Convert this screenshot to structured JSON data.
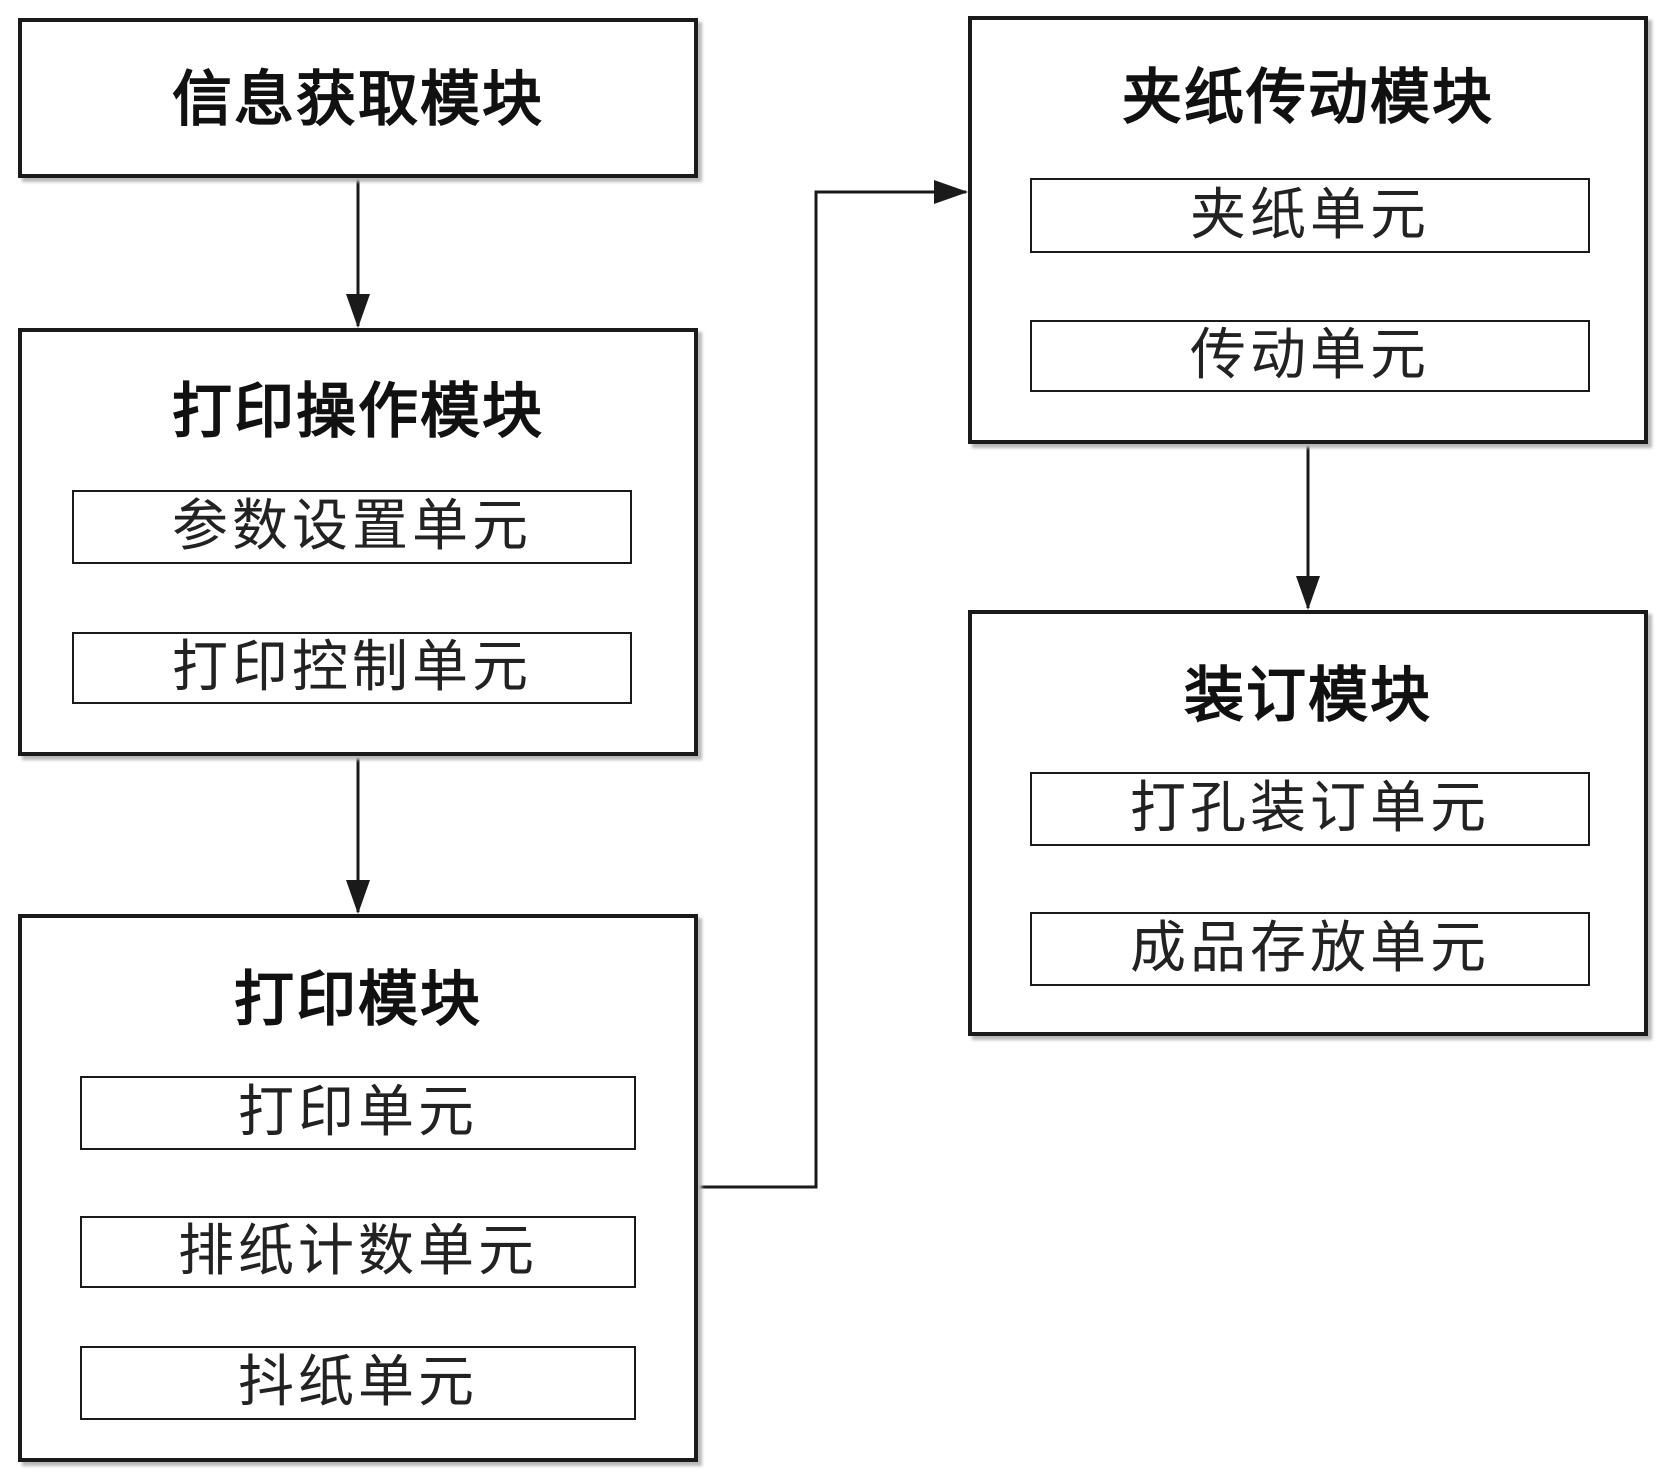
{
  "modules": {
    "info": {
      "title": "信息获取模块"
    },
    "print_op": {
      "title": "打印操作模块",
      "units": [
        "参数设置单元",
        "打印控制单元"
      ]
    },
    "print": {
      "title": "打印模块",
      "units": [
        "打印单元",
        "排纸计数单元",
        "抖纸单元"
      ]
    },
    "clamp": {
      "title": "夹纸传动模块",
      "units": [
        "夹纸单元",
        "传动单元"
      ]
    },
    "binding": {
      "title": "装订模块",
      "units": [
        "打孔装订单元",
        "成品存放单元"
      ]
    }
  },
  "colors": {
    "line": "#1a1a1a",
    "shadow": "#b8b8b8"
  }
}
